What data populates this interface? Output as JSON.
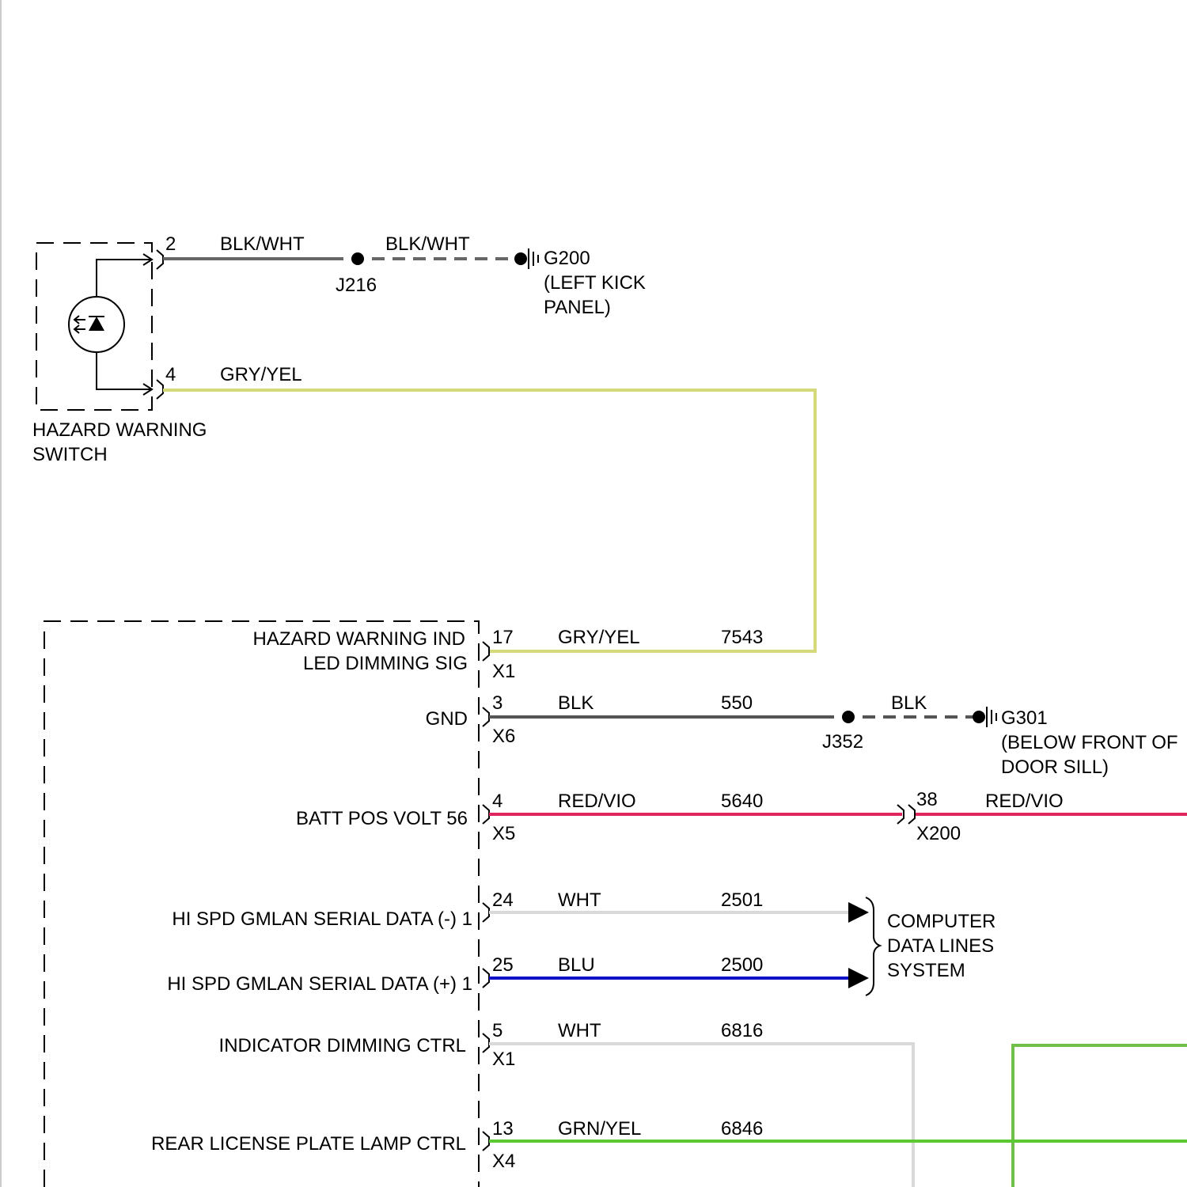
{
  "colors": {
    "blk_wht": "#666666",
    "gry_yel": "#d6d97a",
    "blk": "#555555",
    "red_vio": "#e0245e",
    "wht": "#d9d9d9",
    "blu": "#1010c8",
    "grn_yel": "#5cc832",
    "grn": "#6fbf4a"
  },
  "hazard_switch": {
    "label_line1": "HAZARD WARNING",
    "label_line2": "SWITCH",
    "icon": "led-icon",
    "pin_top": "2",
    "pin_bottom": "4"
  },
  "ground_g200": {
    "wire1_color": "BLK/WHT",
    "wire2_color": "BLK/WHT",
    "splice": "J216",
    "ground_id": "G200",
    "location_line1": "(LEFT KICK",
    "location_line2": "PANEL)"
  },
  "switch_signal_wire": {
    "color": "GRY/YEL"
  },
  "module_pins": [
    {
      "label_line1": "HAZARD WARNING IND",
      "label_line2": "LED DIMMING SIG",
      "pin": "17",
      "connector": "X1",
      "wire_color": "GRY/YEL",
      "circuit": "7543"
    },
    {
      "label_line1": "GND",
      "pin": "3",
      "connector": "X6",
      "wire_color": "BLK",
      "circuit": "550"
    },
    {
      "label_line1": "BATT POS VOLT 56",
      "pin": "4",
      "connector": "X5",
      "wire_color": "RED/VIO",
      "circuit": "5640"
    },
    {
      "label_line1": "HI SPD GMLAN SERIAL DATA (-) 1",
      "pin": "24",
      "wire_color": "WHT",
      "circuit": "2501"
    },
    {
      "label_line1": "HI SPD GMLAN SERIAL DATA (+) 1",
      "pin": "25",
      "wire_color": "BLU",
      "circuit": "2500"
    },
    {
      "label_line1": "INDICATOR DIMMING CTRL",
      "pin": "5",
      "connector": "X1",
      "wire_color": "WHT",
      "circuit": "6816"
    },
    {
      "label_line1": "REAR LICENSE PLATE LAMP CTRL",
      "pin": "13",
      "connector": "X4",
      "wire_color": "GRN/YEL",
      "circuit": "6846"
    }
  ],
  "ground_g301": {
    "wire_color": "BLK",
    "splice": "J352",
    "ground_id": "G301",
    "location_line1": "(BELOW FRONT OF",
    "location_line2": "DOOR SILL)"
  },
  "inline_x200": {
    "pin": "38",
    "connector": "X200",
    "wire_color": "RED/VIO"
  },
  "data_lines": {
    "line1": "COMPUTER",
    "line2": "DATA LINES",
    "line3": "SYSTEM"
  }
}
